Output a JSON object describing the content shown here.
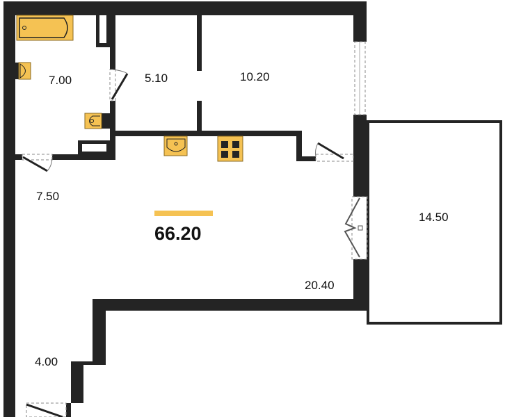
{
  "plan": {
    "total_area": "66.20",
    "rooms": [
      {
        "id": "bathroom",
        "area": "7.00"
      },
      {
        "id": "room-small",
        "area": "5.10"
      },
      {
        "id": "room-bedroom",
        "area": "10.20"
      },
      {
        "id": "hall",
        "area": "7.50"
      },
      {
        "id": "living-kitchen",
        "area": "20.40"
      },
      {
        "id": "balcony",
        "area": "14.50"
      },
      {
        "id": "entry",
        "area": "4.00"
      }
    ]
  },
  "colors": {
    "wall": "#242424",
    "fixture": "#f5c253",
    "accent": "#f5c253"
  }
}
